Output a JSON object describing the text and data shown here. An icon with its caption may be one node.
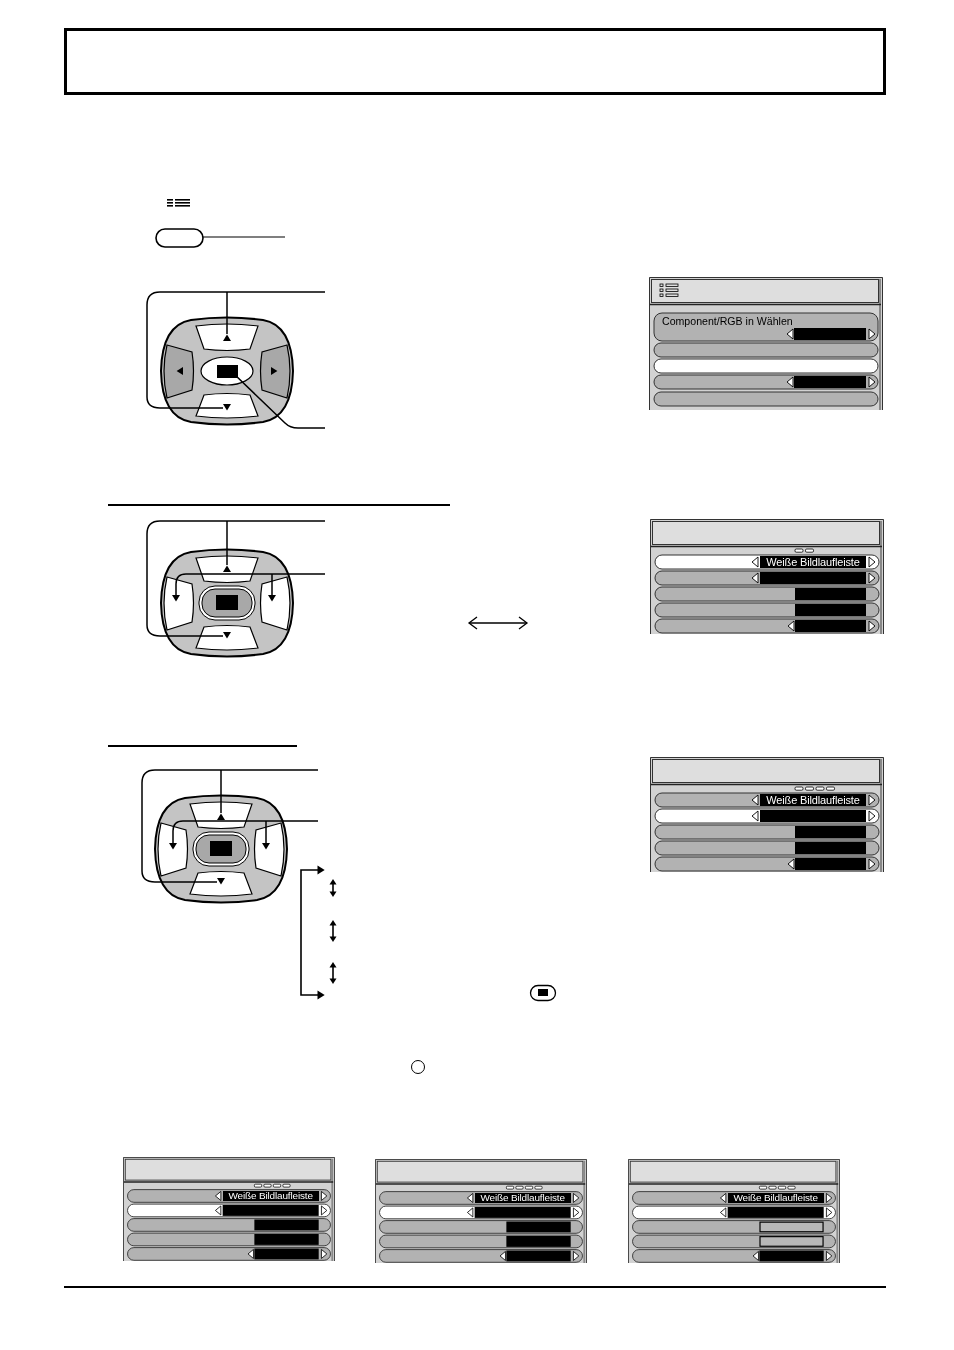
{
  "diagram": {
    "labels": [
      "Component/RGB in Wählen",
      "Weiße Bildlaufleiste",
      "Weiße Bildlaufleiste",
      "Weiße Bildlaufleiste",
      "Weiße Bildlaufleiste",
      "Weiße Bildlaufleiste"
    ]
  }
}
